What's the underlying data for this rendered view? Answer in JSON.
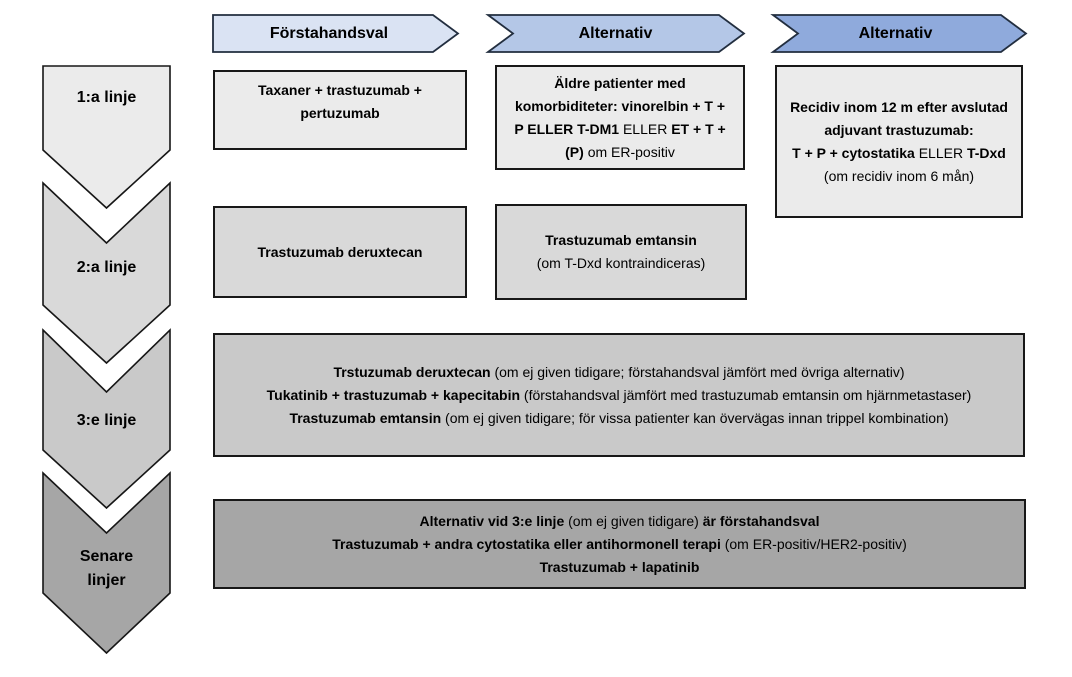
{
  "header": {
    "arrows": [
      {
        "label": "Förstahandsval",
        "fill": "#dae3f3"
      },
      {
        "label": "Alternativ",
        "fill": "#b4c7e7"
      },
      {
        "label": "Alternativ",
        "fill": "#8faadc"
      }
    ]
  },
  "lines": [
    {
      "label": "1:a linje",
      "fill": "#ebebeb"
    },
    {
      "label": "2:a linje",
      "fill": "#d9d9d9"
    },
    {
      "label": "3:e linje",
      "fill": "#c9c9c9"
    },
    {
      "label": "Senare\nlinjer",
      "fill": "#a6a6a6"
    }
  ],
  "boxes": {
    "r1c1": {
      "text": "Taxaner + trastuzumab + pertuzumab"
    },
    "r1c2": {
      "b1": "Äldre patienter med komorbiditeter: vinorelbin + T + P ELLER T-DM1",
      "r1": " ELLER ",
      "b2": "ET + T + (P)",
      "r2": " om ER-positiv"
    },
    "r1c3": {
      "b1": "Recidiv inom 12 m efter avslutad adjuvant trastuzumab:",
      "b2": "T + P + cytostatika",
      "r1": " ELLER ",
      "b3": "T-Dxd",
      "r2": " (om recidiv inom 6 mån)"
    },
    "r2c1": {
      "text": "Trastuzumab deruxtecan"
    },
    "r2c2": {
      "b1": "Trastuzumab emtansin",
      "r1": "(om T-Dxd kontraindiceras)"
    },
    "r3": {
      "l1b": "Trstuzumab deruxtecan",
      "l1r": " (om ej given tidigare; förstahandsval jämfört med övriga alternativ)",
      "l2b": "Tukatinib + trastuzumab + kapecitabin",
      "l2r": " (förstahandsval jämfört med trastuzumab emtansin om hjärnmetastaser)",
      "l3b": "Trastuzumab emtansin",
      "l3r": " (om ej given tidigare; för vissa patienter kan övervägas innan trippel kombination)"
    },
    "r4": {
      "l1b1": "Alternativ vid 3:e linje",
      "l1r": " (om ej given tidigare) ",
      "l1b2": "är förstahandsval",
      "l2b": "Trastuzumab + andra cytostatika eller antihormonell terapi",
      "l2r": " (om ER-positiv/HER2-positiv)",
      "l3b": "Trastuzumab + lapatinib"
    }
  },
  "colors": {
    "arrow_border": "#222e3f",
    "shape_border": "#161616",
    "box_row1": "#ebebeb",
    "box_row2": "#d9d9d9",
    "box_row3": "#c9c9c9",
    "box_row4": "#a6a6a6"
  }
}
